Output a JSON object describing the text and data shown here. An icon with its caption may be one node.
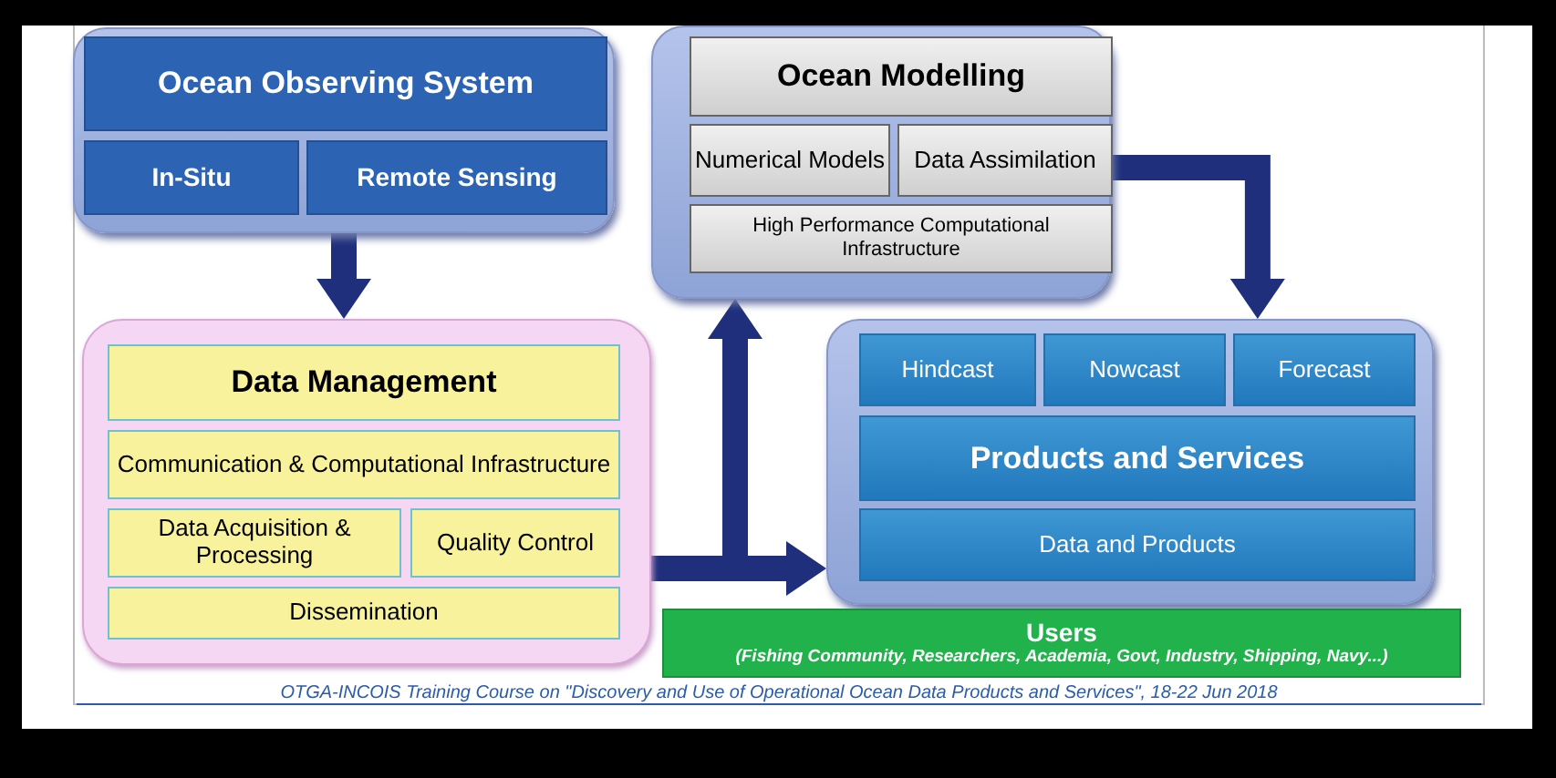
{
  "diagram": {
    "nodes": [
      {
        "text": [],
        "shape": "box"
      },
      {
        "text": [
          "Ocean Observing System"
        ],
        "in": 0
      },
      {
        "text": [
          "In-Situ"
        ],
        "in": 0
      },
      {
        "text": [
          "Remote Sensing"
        ],
        "in": 0
      },
      {
        "text": [],
        "shape": "box"
      },
      {
        "text": [
          "Ocean Modelling"
        ],
        "in": 4
      },
      {
        "text": [
          "Numerical Models"
        ],
        "in": 4
      },
      {
        "text": [
          "Data Assimilation"
        ],
        "in": 4
      },
      {
        "text": [
          "High Performance Computational Infrastructure"
        ],
        "in": 4
      },
      {
        "text": [],
        "shape": "box"
      },
      {
        "text": [
          "Data Management"
        ],
        "in": 9
      },
      {
        "text": [
          "Communication & Computational Infrastructure"
        ],
        "in": 9
      },
      {
        "text": [
          "Data Acquisition & Processing"
        ],
        "in": 9
      },
      {
        "text": [
          "Quality Control"
        ],
        "in": 9
      },
      {
        "text": [
          "Dissemination"
        ],
        "in": 9
      },
      {
        "text": [],
        "shape": "box"
      },
      {
        "text": [
          "Hindcast"
        ],
        "in": 15
      },
      {
        "text": [
          "Nowcast"
        ],
        "in": 15
      },
      {
        "text": [
          "Forecast"
        ],
        "in": 15
      },
      {
        "text": [
          "Products and Services"
        ],
        "in": 15
      },
      {
        "text": [
          "Data and Products"
        ],
        "in": 15
      },
      {
        "text": [
          "Users",
          "(Fishing Community, Researchers, Academia, Govt, Industry, Shipping, Navy...)"
        ]
      }
    ],
    "edges": [
      {
        "from": 0,
        "to": 9,
        "arrow": "to"
      },
      {
        "from": 4,
        "to": 15,
        "arrow": "to"
      },
      {
        "from": 9,
        "to": 15,
        "arrow": "to"
      },
      {
        "from": 9,
        "to": 4,
        "arrow": "to"
      }
    ],
    "labels": [
      "OTGA-INCOIS Training Course on \"Discovery and Use of Operational Ocean Data Products and Services\", 18-22 Jun 2018"
    ]
  }
}
